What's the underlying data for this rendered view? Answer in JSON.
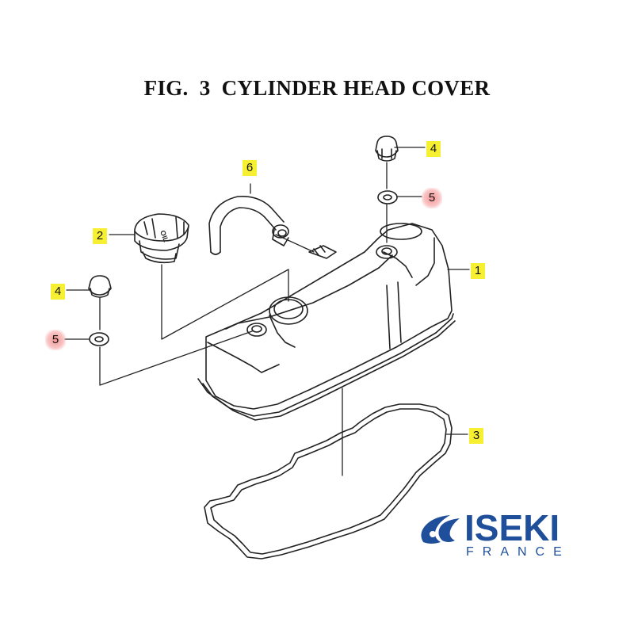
{
  "title": "FIG.  3  CYLINDER HEAD COVER",
  "callouts": [
    {
      "id": "c1",
      "label": "1",
      "highlight": "yellow"
    },
    {
      "id": "c2",
      "label": "2",
      "highlight": "yellow"
    },
    {
      "id": "c3",
      "label": "3",
      "highlight": "yellow"
    },
    {
      "id": "c4a",
      "label": "4",
      "highlight": "yellow"
    },
    {
      "id": "c4b",
      "label": "4",
      "highlight": "yellow"
    },
    {
      "id": "c5a",
      "label": "5",
      "highlight": "pink"
    },
    {
      "id": "c5b",
      "label": "5",
      "highlight": "pink"
    },
    {
      "id": "c6",
      "label": "6",
      "highlight": "yellow"
    }
  ],
  "cap_text": "OIL",
  "logo": {
    "name": "ISEKI",
    "subtitle": "FRANCE",
    "color": "#1f4f9a"
  },
  "colors": {
    "highlight_yellow": "#f7f032",
    "highlight_pink": "#f08a8a",
    "line": "#222222"
  }
}
